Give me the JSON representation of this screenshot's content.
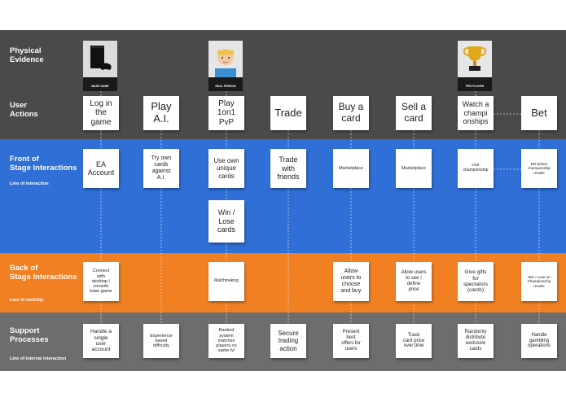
{
  "lanes": {
    "physical": {
      "label": "Physical\nEvidence",
      "color": "#4a4a4a"
    },
    "user": {
      "label": "User\nActions",
      "color": "#4a4a4a"
    },
    "front": {
      "label": "Front of\nStage Interactions",
      "color": "#2f6fd6",
      "line": "Line of interaction"
    },
    "back": {
      "label": "Back of\nStage Interactions",
      "color": "#f08022",
      "line": "Line of visibility"
    },
    "support": {
      "label": "Support\nProcesses",
      "color": "#6d6d6d",
      "line": "Line of internal interaction"
    }
  },
  "evidence": [
    {
      "caption": "BASE GAME",
      "icon": "game-console-icon"
    },
    {
      "caption": "REAL PERSON",
      "icon": "person-avatar-icon"
    },
    {
      "caption": "PRO PLAYER",
      "icon": "trophy-icon"
    }
  ],
  "user_actions": [
    "Log in\nthe\ngame",
    "Play\nA.I.",
    "Play\n1on1\nPvP",
    "Trade",
    "Buy a\ncard",
    "Sell a\ncard",
    "Watch a\nchampi\nonships",
    "Bet"
  ],
  "front": [
    "EA\nAccount",
    "Try own\ncards\nagainst\nA.I.",
    "Use own\nunique\ncards",
    "Trade\nwith\nfriends",
    "Marketplace",
    "Marketplace",
    "Live\nchampionship",
    "Bet before\nchampionship\nresults"
  ],
  "front_extra": "Win /\nLose\ncards",
  "back": [
    "Connect\nwith\ndesktop /\nconsole\nbase game",
    "Matchmaking",
    "Allow\nusers to\nchoose\nand buy",
    "Allow users\nto see /\ndefine\nprice",
    "Give gifts\nfor\nspectators\n(cards)",
    "Win / Lose on\nChampionship\nresults"
  ],
  "support": [
    "Handle a\nsingle\nuser\naccount",
    "Experience\nbased\ndifficulty",
    "Ranked\nsystem\nmatches\nplayers on\nsame lvl",
    "Secure\ntrading\naction",
    "Present\nbest\noffers for\nusers",
    "Track\ncard price\nover time",
    "Randomly\ndistribute\nexclusive\ncards",
    "Handle\ngambling\noperations"
  ]
}
